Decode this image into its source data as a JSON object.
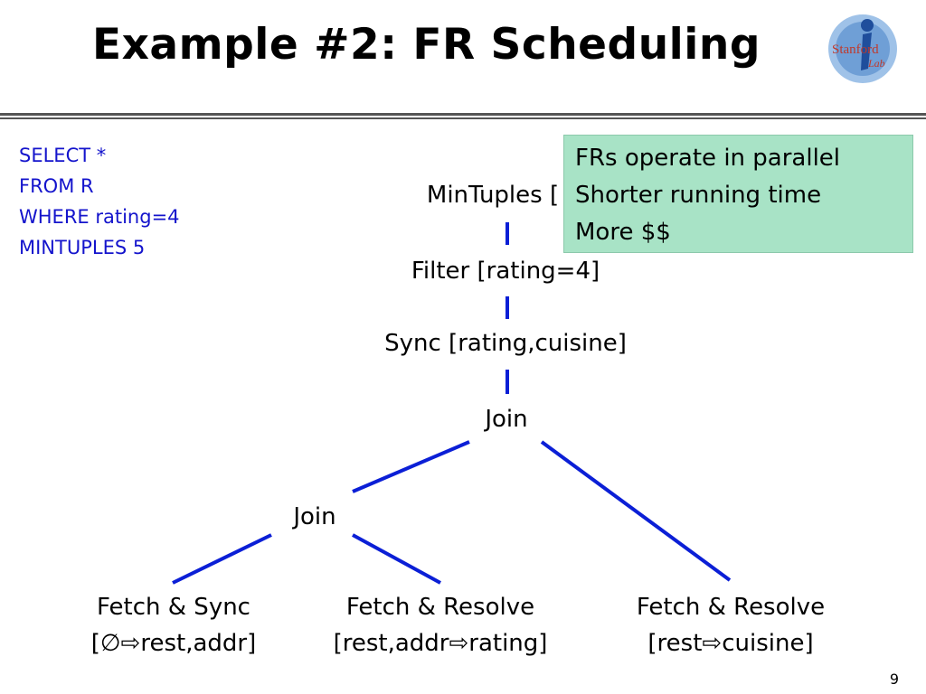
{
  "slide": {
    "title": "Example #2: FR Scheduling",
    "page_number": "9"
  },
  "logo": {
    "name": "stanford-infolab-logo",
    "word_top": "Stanford",
    "word_bottom": "Lab",
    "letter": "i",
    "colors": {
      "outer": "#7aa6d8",
      "inner": "#1f4e9c",
      "text": "#c0392b"
    }
  },
  "query": {
    "lines": [
      "SELECT *",
      "FROM R",
      "WHERE rating=4",
      "MINTUPLES 5"
    ],
    "color": "#1414cc"
  },
  "callout": {
    "lines": [
      "FRs operate in parallel",
      "Shorter running time",
      "More $$"
    ],
    "background": "#a8e3c6"
  },
  "tree": {
    "edge_color": "#0b1fd6",
    "nodes": {
      "mintuples": "MinTuples [",
      "filter": "Filter [rating=4]",
      "sync": "Sync [rating,cuisine]",
      "join_top": "Join",
      "join_left": "Join"
    },
    "leaves": [
      {
        "line1": "Fetch & Sync",
        "line2": "[∅⇨rest,addr]"
      },
      {
        "line1": "Fetch & Resolve",
        "line2": "[rest,addr⇨rating]"
      },
      {
        "line1": "Fetch & Resolve",
        "line2": "[rest⇨cuisine]"
      }
    ]
  }
}
